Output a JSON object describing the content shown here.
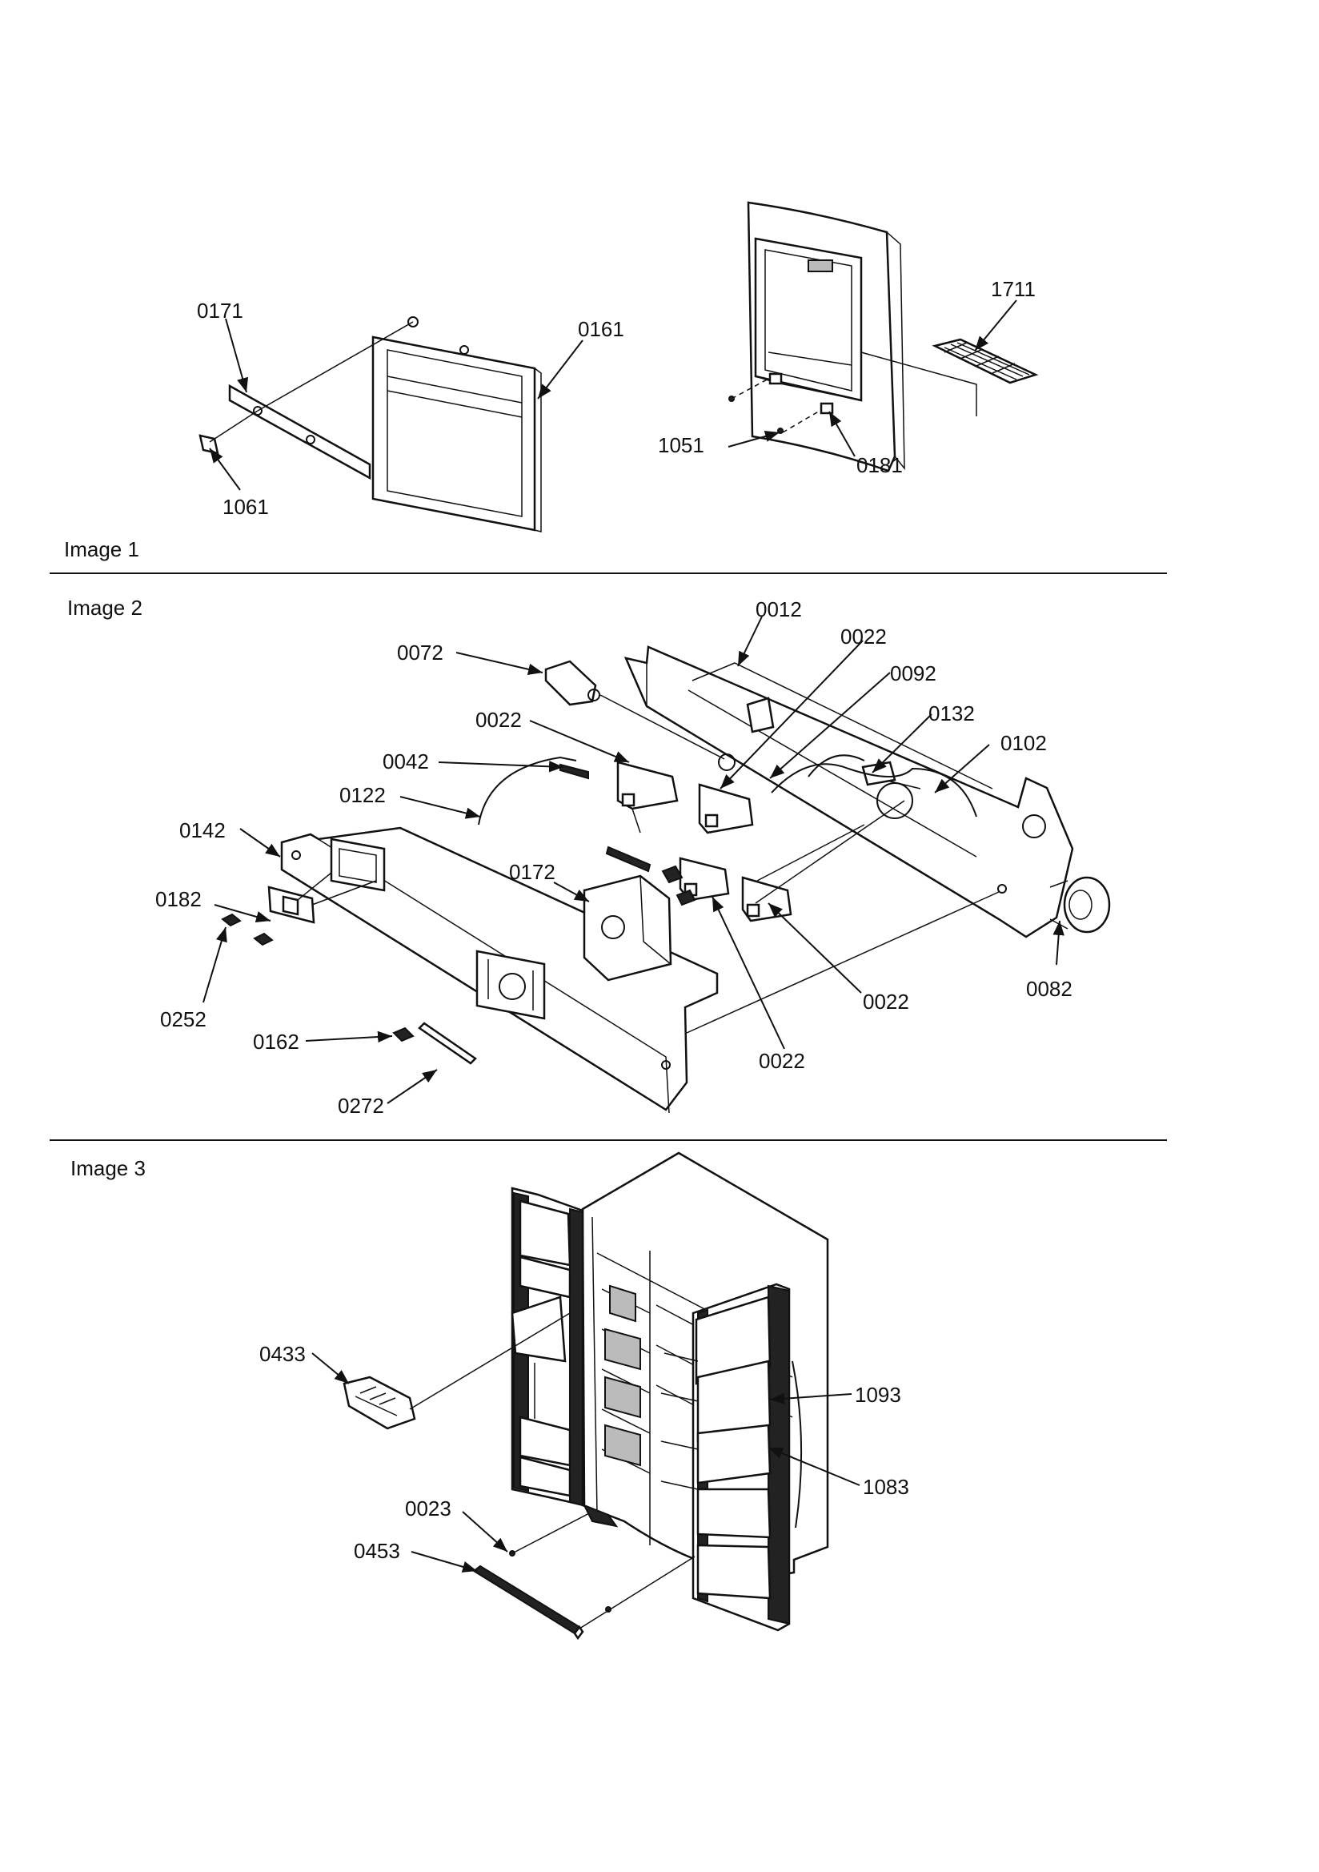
{
  "sections": [
    {
      "id": "image1",
      "title": "Image 1"
    },
    {
      "id": "image2",
      "title": "Image 2"
    },
    {
      "id": "image3",
      "title": "Image 3"
    }
  ],
  "callouts": {
    "image1": [
      "0171",
      "0161",
      "1061",
      "1711",
      "1051",
      "0181"
    ],
    "image2": [
      "0012",
      "0072",
      "0022",
      "0092",
      "0132",
      "0022",
      "0042",
      "0102",
      "0122",
      "0142",
      "0172",
      "0182",
      "0022",
      "0082",
      "0252",
      "0162",
      "0022",
      "0272"
    ],
    "image3": [
      "0433",
      "1093",
      "1083",
      "0023",
      "0453"
    ]
  }
}
